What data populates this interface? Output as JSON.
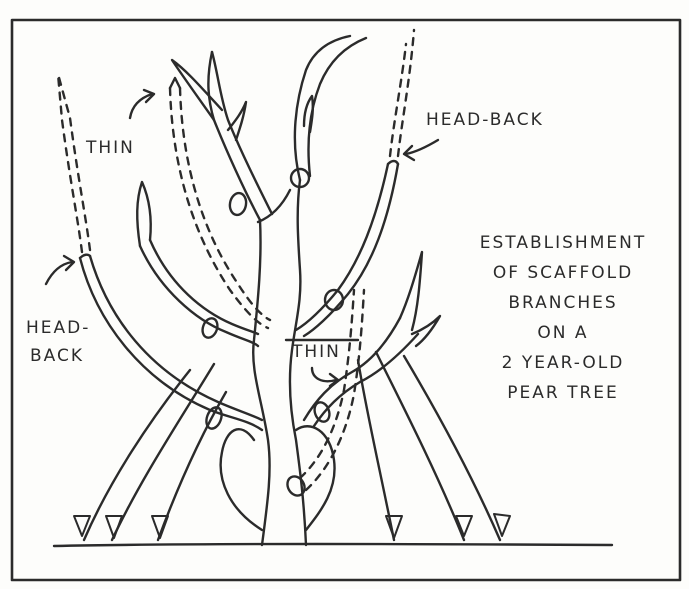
{
  "labels": {
    "thin_top": "THIN",
    "head_back_top": "HEAD-BACK",
    "head_back_left_line1": "HEAD-",
    "head_back_left_line2": "BACK",
    "thin_center": "THIN"
  },
  "caption": {
    "lines": [
      "ESTABLISHMENT",
      "OF SCAFFOLD",
      "BRANCHES",
      "ON A",
      "2 YEAR-OLD",
      "PEAR TREE"
    ]
  },
  "colors": {
    "ink": "#2b2b2b",
    "paper": "#fdfdfb"
  }
}
